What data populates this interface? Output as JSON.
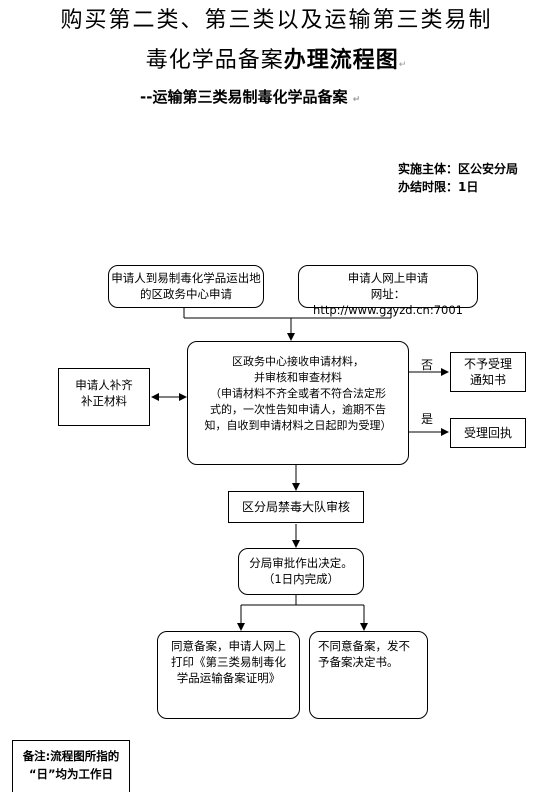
{
  "header": {
    "title_line1": "购买第二类、第三类以及运输第三类易制",
    "title_line2_normal": "毒化学品备案",
    "title_line2_bold": "办理流程图",
    "subtitle": "--运输第三类易制毒化学品备案"
  },
  "meta": {
    "subject": "实施主体：区公安分局",
    "time_limit": "办结时限：1日"
  },
  "flow": {
    "apply_district": [
      "申请人到易制毒化学品运出地",
      "的区政务中心申请"
    ],
    "apply_online": [
      "申请人网上申请",
      "网址：http://www.gzyzd.cn:7001"
    ],
    "supplement": [
      "申请人补齐",
      "补正材料"
    ],
    "center_review": [
      "区政务中心接收申请材料，",
      "并审核和审查材料",
      "（申请材料不齐全或者不符合法定形",
      "式的，一次性告知申请人，逾期不告",
      "知，自收到申请材料之日起即为受理）"
    ],
    "reject_notice": [
      "不予受理",
      "通知书"
    ],
    "accept_receipt": "受理回执",
    "label_no": "否",
    "label_yes": "是",
    "narcotics_review": "区分局禁毒大队审核",
    "decision": [
      "分局审批作出决定。",
      "（1日内完成）"
    ],
    "approve": [
      "同意备案，申请人网上",
      "打印《第三类易制毒化",
      "学品运输备案证明》"
    ],
    "deny": [
      "不同意备案，发不",
      "予备案决定书。"
    ]
  },
  "note": [
    "备注:流程图所指的",
    "“日”均为工作日"
  ]
}
